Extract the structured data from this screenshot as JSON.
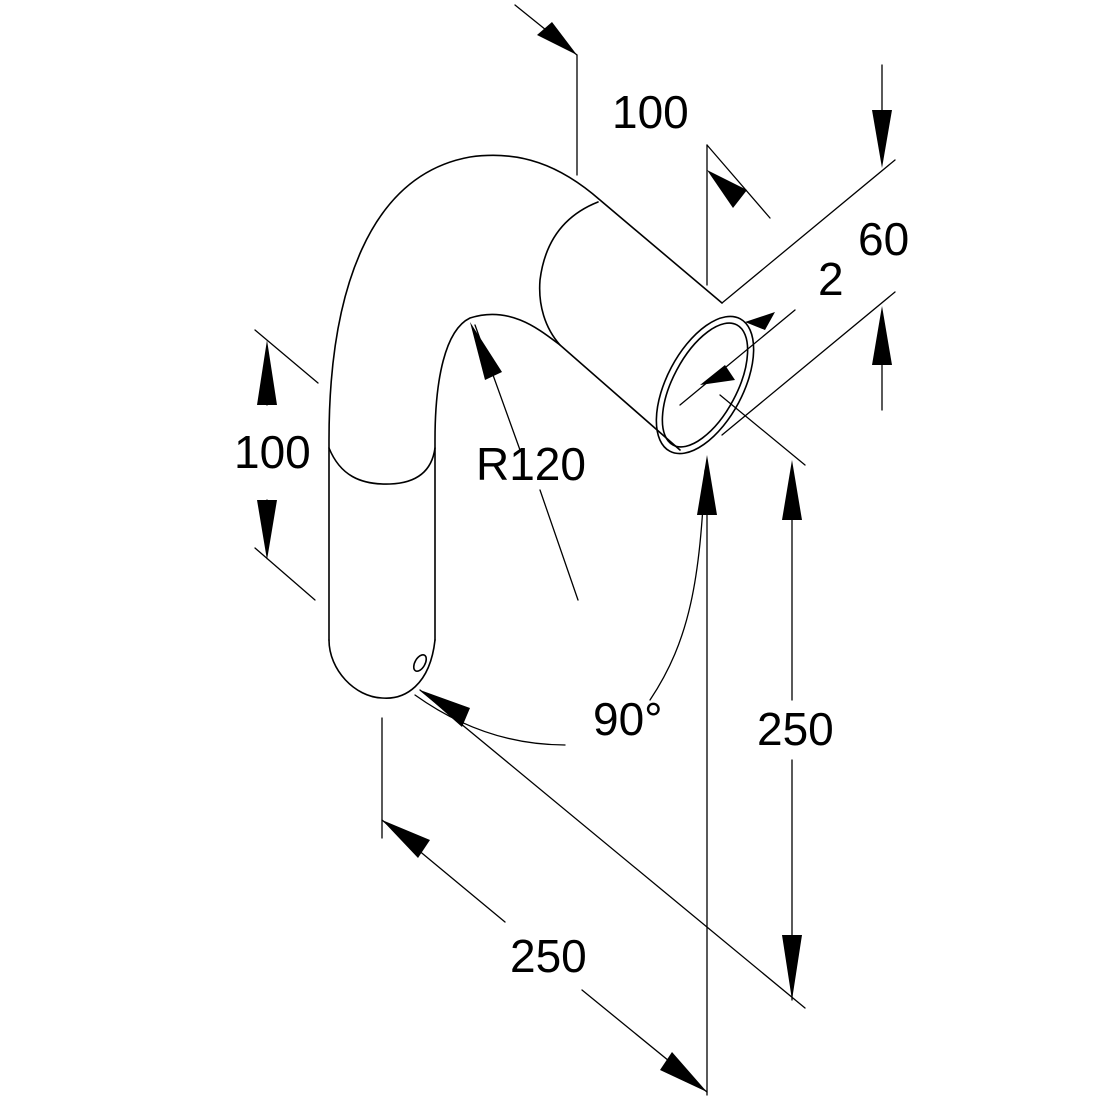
{
  "drawing": {
    "colors": {
      "line": "#000000",
      "background": "#ffffff"
    },
    "dimensions": {
      "top_offset": "100",
      "left_height": "100",
      "bend_radius": "R120",
      "outer_diameter": "60",
      "wall_thickness": "2",
      "angle": "90°",
      "vertical_length": "250",
      "horizontal_length": "250"
    }
  }
}
